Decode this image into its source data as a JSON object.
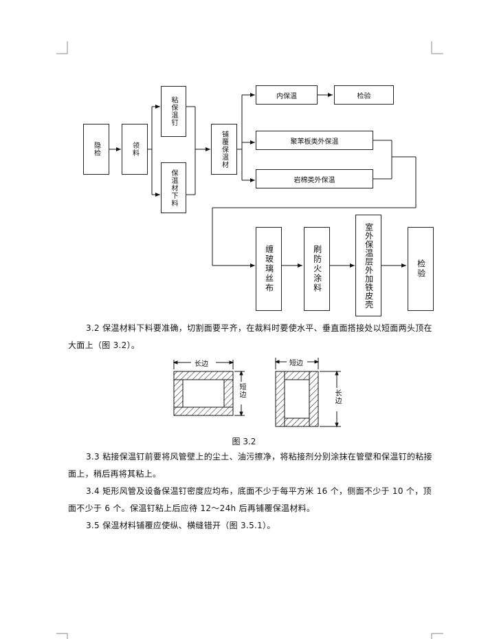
{
  "flowchart": {
    "start": "隐检",
    "material": "领料",
    "pin": "粘保温钉",
    "cut": "保温材下料",
    "lay": "铺覆保温材",
    "inner": "内保温",
    "inner_check": "检验",
    "outer_poly": "聚苯板类外保温",
    "outer_rock": "岩棉类外保温",
    "glass": "缠玻璃丝布",
    "fireproof": "刷防火涂料",
    "outdoor": "室外保温层外加铁皮壳",
    "final_check": "检验"
  },
  "text": {
    "p1": "3.2 保温材料下料要准确，切割面要平齐，在裁料时要使水平、垂直面搭接处以短面两头顶在大面上（图 3.2）。",
    "figure1": {
      "long_side": "长边",
      "short_side": "短边"
    },
    "figure2": {
      "short_side": "短边",
      "long_side": "长边"
    },
    "caption": "图 3.2",
    "p2": "3.3 粘接保温钉前要将风管壁上的尘土、油污擦净，将粘接剂分别涂抹在管壁和保温钉的粘接面上，稍后再将其粘上。",
    "p3": "3.4 矩形风管及设备保温钉密度应均布，底面不少于每平方米 16 个，侧面不少于 10 个，顶面不少于 6 个。保温钉粘上后应待 12～24h 后再铺覆保温材料。",
    "p4": "3.5 保温材料铺覆应使纵、横缝错开（图 3.5.1）。"
  }
}
